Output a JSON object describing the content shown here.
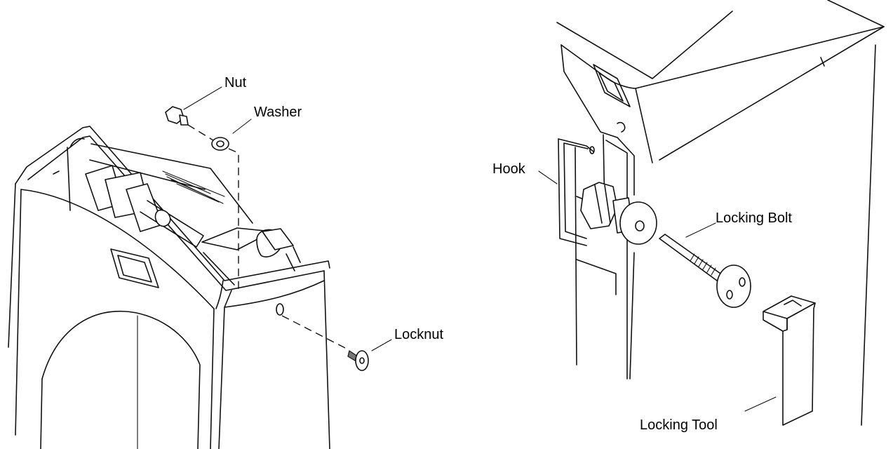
{
  "labels": {
    "nut": "Nut",
    "washer": "Washer",
    "locknut": "Locknut",
    "hook": "Hook",
    "locking_bolt": "Locking Bolt",
    "locking_tool": "Locking Tool"
  },
  "colors": {
    "line": "#111111",
    "background": "#ffffff"
  }
}
